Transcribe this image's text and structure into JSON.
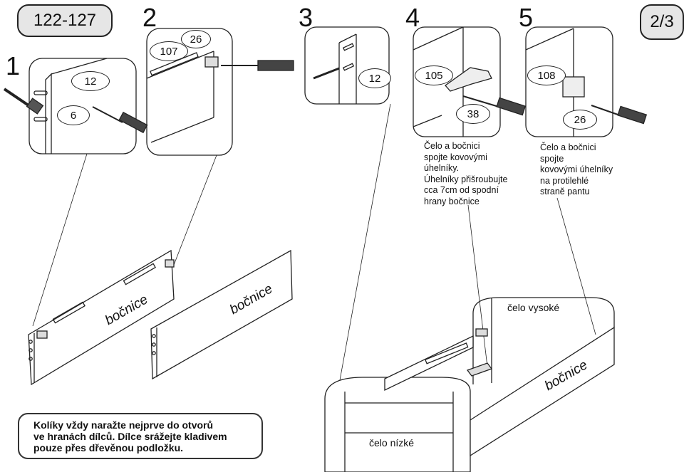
{
  "header": {
    "model_range": "122-127",
    "page_indicator": "2/3"
  },
  "steps": [
    {
      "number": "1",
      "parts": [
        "12",
        "6"
      ]
    },
    {
      "number": "2",
      "parts": [
        "107",
        "26"
      ]
    },
    {
      "number": "3",
      "parts": [
        "12"
      ]
    },
    {
      "number": "4",
      "parts": [
        "105",
        "38"
      ],
      "caption": "Čelo a bočnici\nspojte kovovými\núhelníky.\nÚhelníky přišroubujte\ncca 7cm od spodní\nhrany bočnice"
    },
    {
      "number": "5",
      "parts": [
        "108",
        "26"
      ],
      "caption": "Čelo a bočnici\nspojte\nkovovými úhelníky\nna protilehlé\nstraně pantu"
    }
  ],
  "panel_labels": {
    "side_left": "bočnice",
    "side_right": "bočnice",
    "bed_side": "bočnice",
    "head_high": "čelo vysoké",
    "head_low": "čelo nízké"
  },
  "note": "Kolíky vždy naražte nejprve do otvorů\nve hranách dílců. Dílce srážejte kladivem\npouze přes dřevěnou podložku."
}
